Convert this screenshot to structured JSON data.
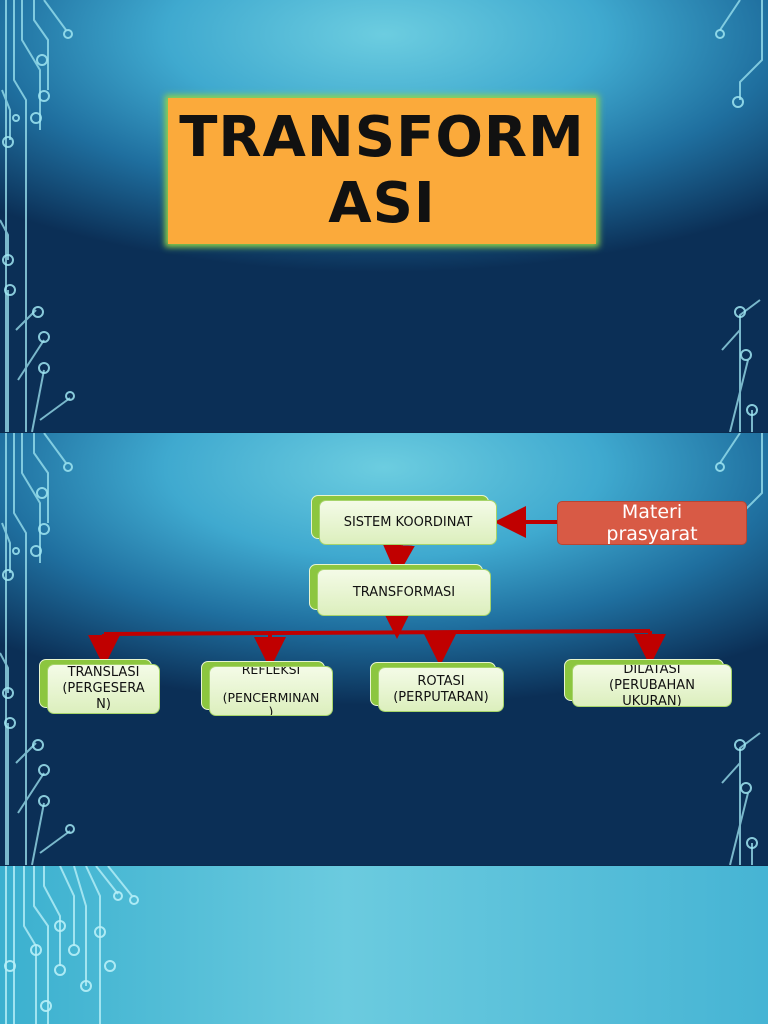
{
  "slide1": {
    "title_line1": "TRANSFORM",
    "title_line2": "ASI"
  },
  "slide2": {
    "root": "SISTEM KOORDINAT",
    "prerequisite_line1": "Materi",
    "prerequisite_line2": "prasyarat",
    "middle": "TRANSFORMASI",
    "children": [
      "TRANSLASI\n(PERGESERA\nN)",
      "REFLEKSI\n\n(PENCERMINAN\n)",
      "ROTASI\n(PERPUTARAN)",
      "DILATASI\n(PERUBAHAN\nUKURAN)"
    ]
  },
  "colors": {
    "title_box": "#fbaa3b",
    "title_glow": "#8fd64a",
    "node_green": "#8cc63f",
    "prerequisite_red": "#d85a45",
    "arrow_red": "#c00000"
  },
  "icons": [
    "circuit-decoration-icon"
  ]
}
